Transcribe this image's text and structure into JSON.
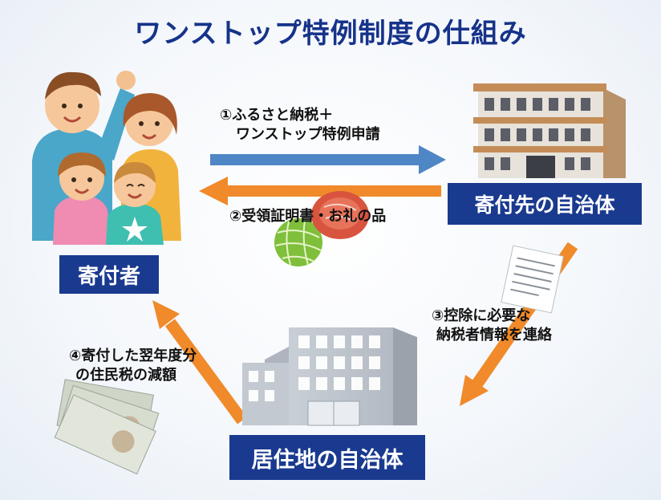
{
  "title": "ワンストップ特例制度の仕組み",
  "nodes": {
    "donor": "寄付者",
    "recipient_municipality": "寄付先の自治体",
    "residence_municipality": "居住地の自治体"
  },
  "steps": {
    "step1_line1": "①ふるさと納税＋",
    "step1_line2": "ワンストップ特例申請",
    "step2": "②受領証明書・お礼の品",
    "step3_line1": "③控除に必要な",
    "step3_line2": "納税者情報を連絡",
    "step4_line1": "④寄付した翌年度分",
    "step4_line2": "の住民税の減額"
  },
  "colors": {
    "title": "#16338a",
    "label_box": "#1a3a8f",
    "arrow_blue": "#4f86c6",
    "arrow_orange": "#f08a2a"
  },
  "icons": [
    "family-illustration",
    "office-building-icon",
    "city-hall-building-icon",
    "document-icon",
    "melon-icon",
    "meat-icon",
    "banknotes-icon"
  ]
}
